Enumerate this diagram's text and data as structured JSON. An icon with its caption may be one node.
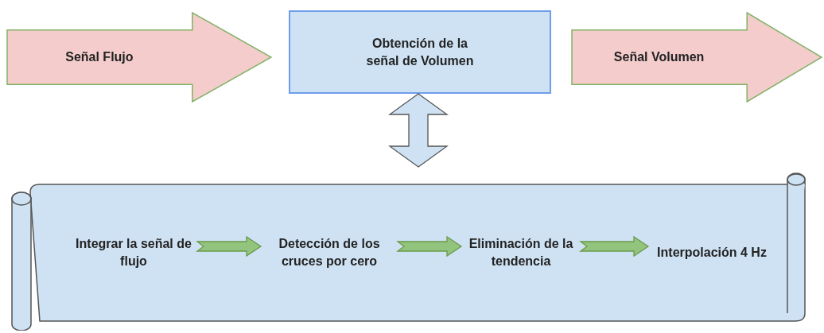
{
  "diagram": {
    "nodes": [
      {
        "text": [
          "Señal Flujo"
        ]
      },
      {
        "text": [
          "Obtención de la señal de Volumen"
        ]
      },
      {
        "text": [
          "Señal Volumen"
        ]
      },
      {
        "text": [],
        "shape": "scroll"
      },
      {
        "text": [
          "Integrar la señal de flujo"
        ],
        "in": 3
      },
      {
        "text": [
          "Detección de los cruces por cero"
        ],
        "in": 3
      },
      {
        "text": [
          "Eliminación de la tendencia"
        ],
        "in": 3
      },
      {
        "text": [
          "Interpolación 4 Hz"
        ],
        "in": 3
      }
    ],
    "edges": [
      {
        "from": 1,
        "to": 3,
        "arrow": "both",
        "style": "thick",
        "color": "#cfe2f3"
      },
      {
        "from": 4,
        "to": 5,
        "arrow": "to"
      },
      {
        "from": 5,
        "to": 6,
        "arrow": "to"
      },
      {
        "from": 6,
        "to": 7,
        "arrow": "to"
      }
    ]
  }
}
